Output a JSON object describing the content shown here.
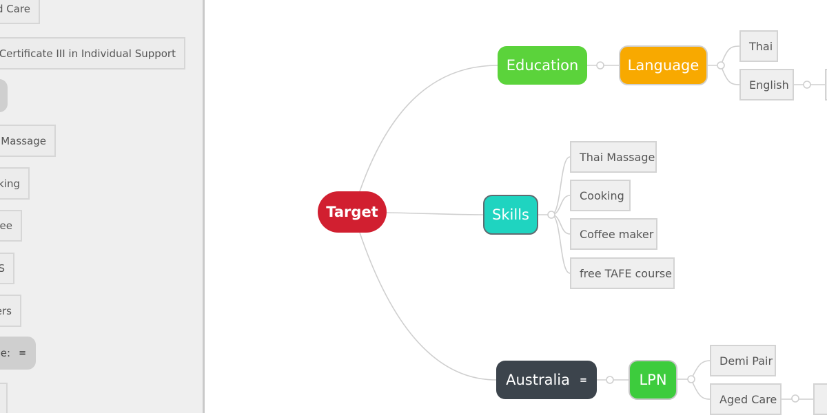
{
  "side_panel": {
    "items": [
      "d Care",
      "Certificate III in Individual Support",
      "",
      "Massage",
      "king",
      "ee",
      "S",
      "ers",
      "e:",
      ""
    ]
  },
  "map": {
    "root": {
      "label": "Target",
      "color": "#d11f30"
    },
    "education": {
      "label": "Education",
      "color": "#5bd33b"
    },
    "language": {
      "label": "Language",
      "color": "#f8a900",
      "children": [
        "Thai",
        "English"
      ]
    },
    "skills": {
      "label": "Skills",
      "color": "#1fd4c0",
      "children": [
        "Thai Massage",
        "Cooking",
        "Coffee maker",
        "free TAFE course"
      ]
    },
    "australia": {
      "label": "Australia",
      "color": "#3c444c",
      "note_icon": "notes-icon"
    },
    "lpn": {
      "label": "LPN",
      "color": "#3dcc3d",
      "children": [
        "Demi Pair",
        "Aged Care"
      ]
    }
  }
}
